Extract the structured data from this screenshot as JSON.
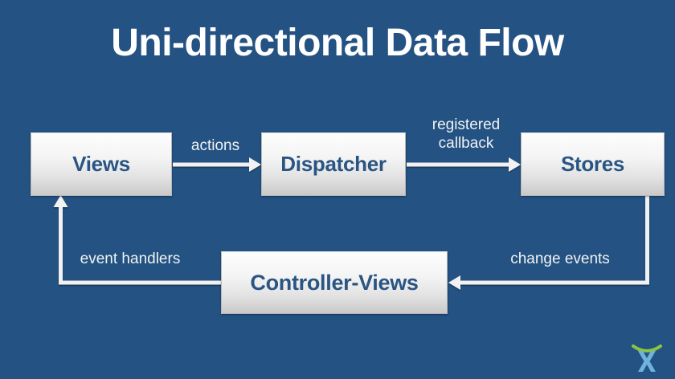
{
  "slide": {
    "title": "Uni-directional Data Flow",
    "background_color": "#235283",
    "title_color": "#ffffff"
  },
  "diagram": {
    "type": "flow-diagram",
    "node_fill_top": "#fdfdfd",
    "node_fill_bottom": "#c9c9c9",
    "node_text_color": "#2a5583",
    "edge_color": "#f2f2f2",
    "nodes": [
      {
        "id": "views",
        "label": "Views"
      },
      {
        "id": "dispatcher",
        "label": "Dispatcher"
      },
      {
        "id": "stores",
        "label": "Stores"
      },
      {
        "id": "controller-views",
        "label": "Controller-Views"
      }
    ],
    "edges": [
      {
        "from": "views",
        "to": "dispatcher",
        "label": "actions"
      },
      {
        "from": "dispatcher",
        "to": "stores",
        "label": "registered\ncallback"
      },
      {
        "from": "stores",
        "to": "controller-views",
        "label": "change events"
      },
      {
        "from": "controller-views",
        "to": "views",
        "label": "event handlers"
      }
    ]
  },
  "logo": {
    "name": "x-logo",
    "arc_color": "#8cc63f",
    "mark_color": "#6fb3dd"
  }
}
